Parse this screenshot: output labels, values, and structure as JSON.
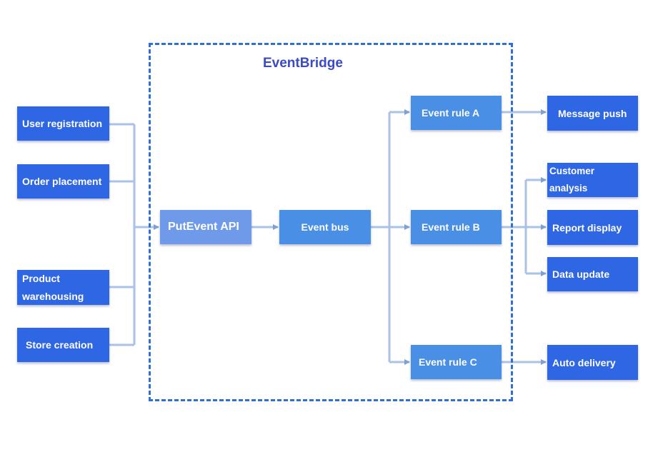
{
  "container": {
    "title": "EventBridge"
  },
  "sources": [
    {
      "id": "user-registration",
      "label": "User registration"
    },
    {
      "id": "order-placement",
      "label": "Order placement"
    },
    {
      "id": "product-warehousing",
      "label": "Product warehousing"
    },
    {
      "id": "store-creation",
      "label": "Store creation"
    }
  ],
  "api": {
    "label": "PutEvent API"
  },
  "bus": {
    "label": "Event bus"
  },
  "rules": [
    {
      "id": "rule-a",
      "label": "Event rule A"
    },
    {
      "id": "rule-b",
      "label": "Event rule B"
    },
    {
      "id": "rule-c",
      "label": "Event rule C"
    }
  ],
  "targets": [
    {
      "id": "message-push",
      "label": "Message push"
    },
    {
      "id": "customer-analysis",
      "label": "Customer analysis"
    },
    {
      "id": "report-display",
      "label": "Report display"
    },
    {
      "id": "data-update",
      "label": "Data update"
    },
    {
      "id": "auto-delivery",
      "label": "Auto delivery"
    }
  ],
  "colors": {
    "source_box": "#2f66e3",
    "inner_box": "#4a8fe6",
    "api_box": "#6f9ae9",
    "connector": "#8fb0dc",
    "container_border": "#2f6fd6",
    "title_text": "#3a4bc4"
  }
}
